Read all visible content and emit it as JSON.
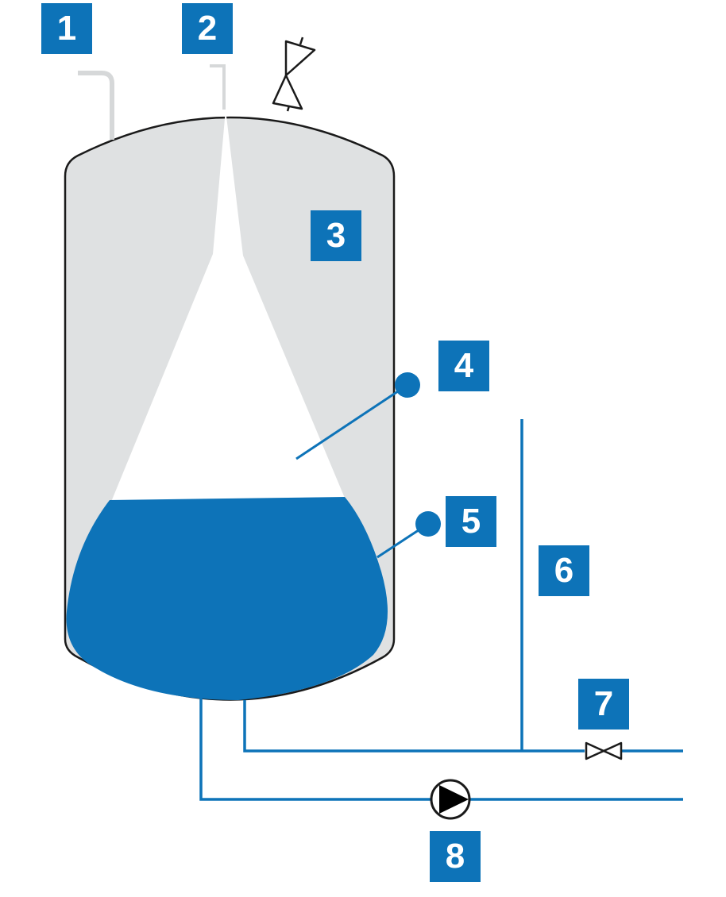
{
  "colors": {
    "accent_blue": "#0d73b8",
    "gas_grey": "#dfe1e2",
    "outline": "#1a1a1a",
    "pipe_grey": "#d6d8d9",
    "badge_text": "#ffffff"
  },
  "labels": [
    {
      "id": "1",
      "text": "1"
    },
    {
      "id": "2",
      "text": "2"
    },
    {
      "id": "3",
      "text": "3"
    },
    {
      "id": "4",
      "text": "4"
    },
    {
      "id": "5",
      "text": "5"
    },
    {
      "id": "6",
      "text": "6"
    },
    {
      "id": "7",
      "text": "7"
    },
    {
      "id": "8",
      "text": "8"
    }
  ],
  "icons": {
    "top_valve": "valve-icon",
    "outlet_valve": "valve-icon",
    "pump": "pump-icon"
  }
}
